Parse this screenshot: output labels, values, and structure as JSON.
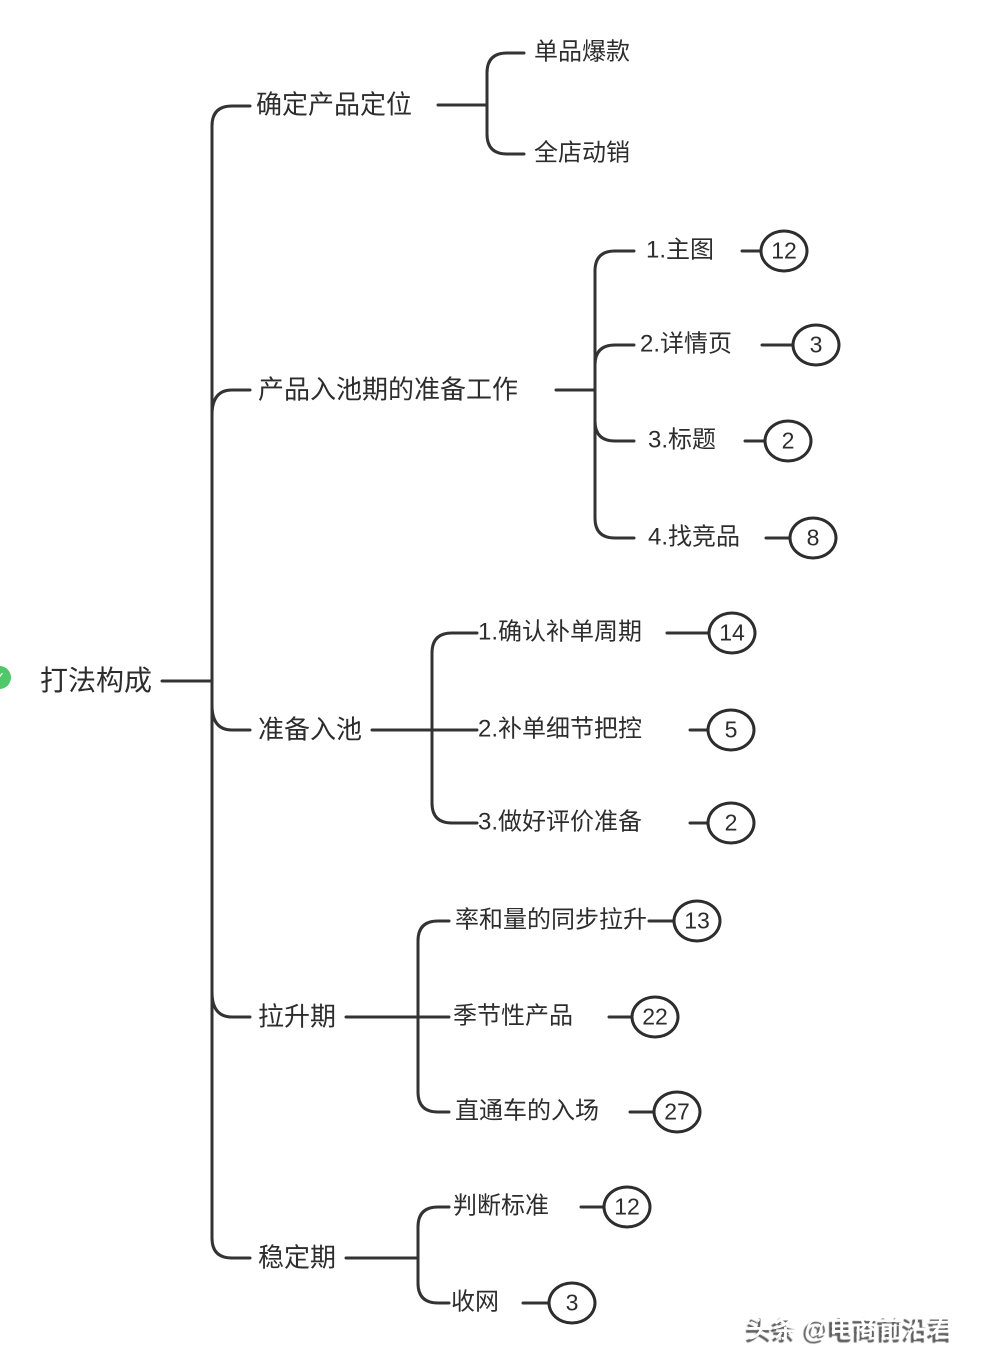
{
  "root": {
    "label": "打法构成",
    "icon": "check"
  },
  "branches": [
    {
      "label": "确定产品定位",
      "children": [
        {
          "label": "单品爆款"
        },
        {
          "label": "全店动销"
        }
      ]
    },
    {
      "label": "产品入池期的准备工作",
      "children": [
        {
          "label": "1.主图",
          "count": "12"
        },
        {
          "label": "2.详情页",
          "count": "3"
        },
        {
          "label": "3.标题",
          "count": "2"
        },
        {
          "label": "4.找竞品",
          "count": "8"
        }
      ]
    },
    {
      "label": "准备入池",
      "children": [
        {
          "label": "1.确认补单周期",
          "count": "14"
        },
        {
          "label": "2.补单细节把控",
          "count": "5"
        },
        {
          "label": "3.做好评价准备",
          "count": "2"
        }
      ]
    },
    {
      "label": "拉升期",
      "children": [
        {
          "label": "率和量的同步拉升",
          "count": "13"
        },
        {
          "label": "季节性产品",
          "count": "22"
        },
        {
          "label": "直通车的入场",
          "count": "27"
        }
      ]
    },
    {
      "label": "稳定期",
      "children": [
        {
          "label": "判断标准",
          "count": "12"
        },
        {
          "label": "收网",
          "count": "3"
        }
      ]
    }
  ],
  "watermark": "头条 @电商前沿君",
  "colors": {
    "background": "#ffffff",
    "line": "#333333",
    "text": "#2d2d2d",
    "badge_border": "#2d2d2d",
    "root_icon_green": "#4fc869",
    "watermark_shadow": "#5f5f5f"
  }
}
